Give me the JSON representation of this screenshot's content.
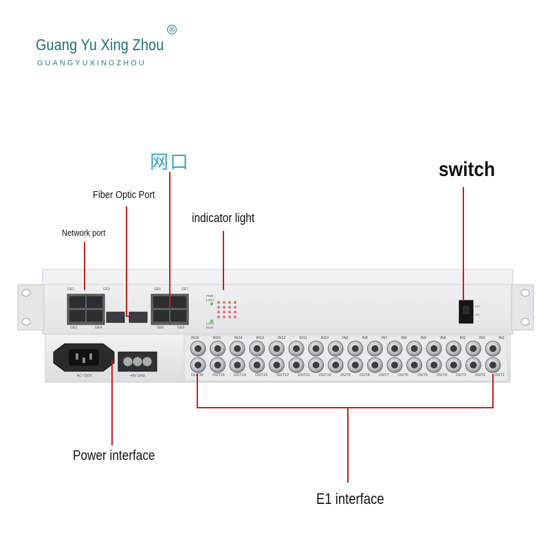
{
  "brand": {
    "name": "Guang Yu Xing Zhou",
    "sub": "GUANGYUXINGZHOU",
    "registered": "®"
  },
  "labels": {
    "wangkou": "网口",
    "switch": "switch",
    "fiber_optic_port": "Fiber Optic Port",
    "indicator_light": "indicator light",
    "network_port": "Network port",
    "power_interface": "Power interface",
    "e1_interface": "E1 interface"
  },
  "device": {
    "ge_top": [
      "GE1",
      "GE3",
      "GE5",
      "GE7"
    ],
    "ge_bottom": [
      "GE2",
      "GE4",
      "GE6",
      "GE8"
    ],
    "led_left": [
      "PWR",
      "LOS1",
      "LOS2",
      "RUN"
    ],
    "switch_marks": [
      "OFF",
      "ON"
    ],
    "power_rating": "AC~220V",
    "dc_label": "-48V GND",
    "in_ports": [
      "IN16",
      "IN15",
      "IN14",
      "IN13",
      "IN12",
      "IN11",
      "IN10",
      "IN9",
      "IN8",
      "IN7",
      "IN6",
      "IN5",
      "IN4",
      "IN3",
      "IN2",
      "IN1"
    ],
    "out_ports": [
      "OUT16",
      "OUT15",
      "OUT14",
      "OUT13",
      "OUT12",
      "OUT11",
      "OUT10",
      "OUT9",
      "OUT8",
      "OUT7",
      "OUT6",
      "OUT5",
      "OUT4",
      "OUT3",
      "OUT2",
      "OUT1"
    ]
  },
  "colors": {
    "brand": "#1f6f73",
    "callout_line": "#c41e1e",
    "chinese_label": "#3ba3c4",
    "chassis": "#ecedef"
  }
}
